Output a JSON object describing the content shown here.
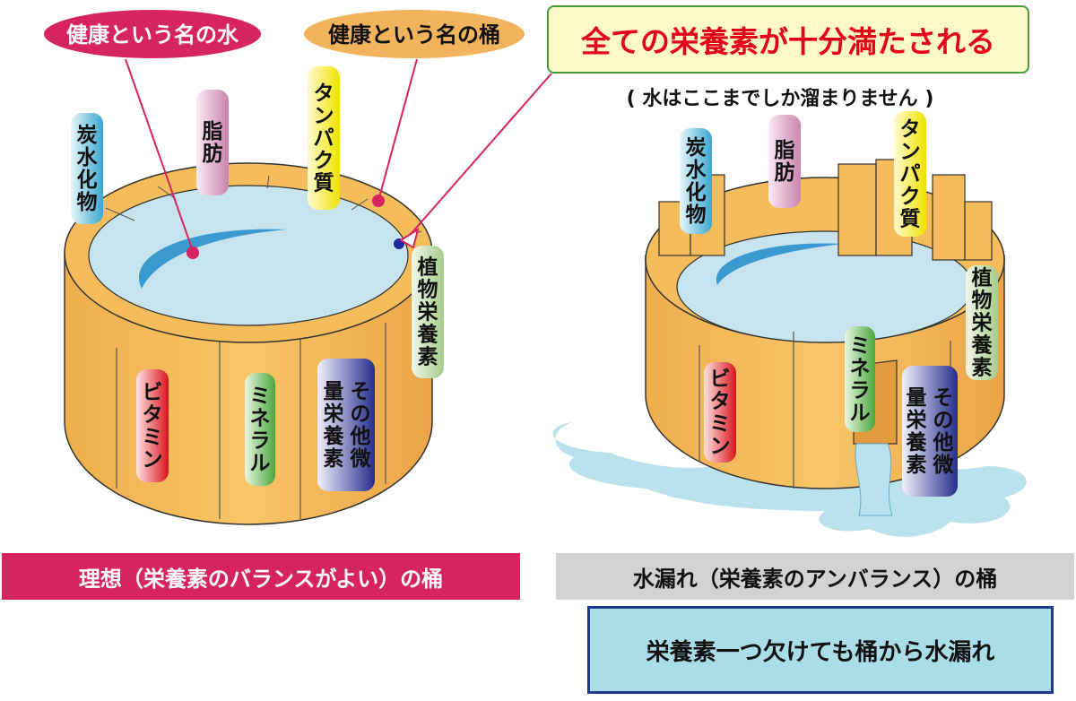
{
  "callouts": {
    "water_label": "健康という名の水",
    "bucket_label": "健康という名の桶",
    "headline": "全ての栄養素が十分満たされる",
    "subnote": "( 水はここまでしか溜まりません )"
  },
  "left_bucket": {
    "staves": {
      "carbohydrate": "炭水化物",
      "fat": "脂肪",
      "protein": "タンパク質",
      "phytonutrient": "植物栄養素",
      "vitamin": "ビタミン",
      "mineral": "ミネラル",
      "trace_nutrients": "その他微量栄養素"
    },
    "caption": "理想（栄養素のバランスがよい）の桶"
  },
  "right_bucket": {
    "staves": {
      "carbohydrate": "炭水化物",
      "fat": "脂肪",
      "protein": "タンパク質",
      "phytonutrient": "植物栄養素",
      "vitamin": "ビタミン",
      "mineral": "ミネラル",
      "trace_nutrients": "その他微量栄養素"
    },
    "caption": "水漏れ（栄養素のアンバランス）の桶",
    "note": "栄養素一つ欠けても桶から水漏れ"
  },
  "colors": {
    "wood": "#f5bc5b",
    "wood_dark": "#e8a443",
    "water": "#c7e4ee",
    "pink": "#d6245f",
    "orange": "#f2b35d",
    "headline_red": "#e3001b"
  }
}
